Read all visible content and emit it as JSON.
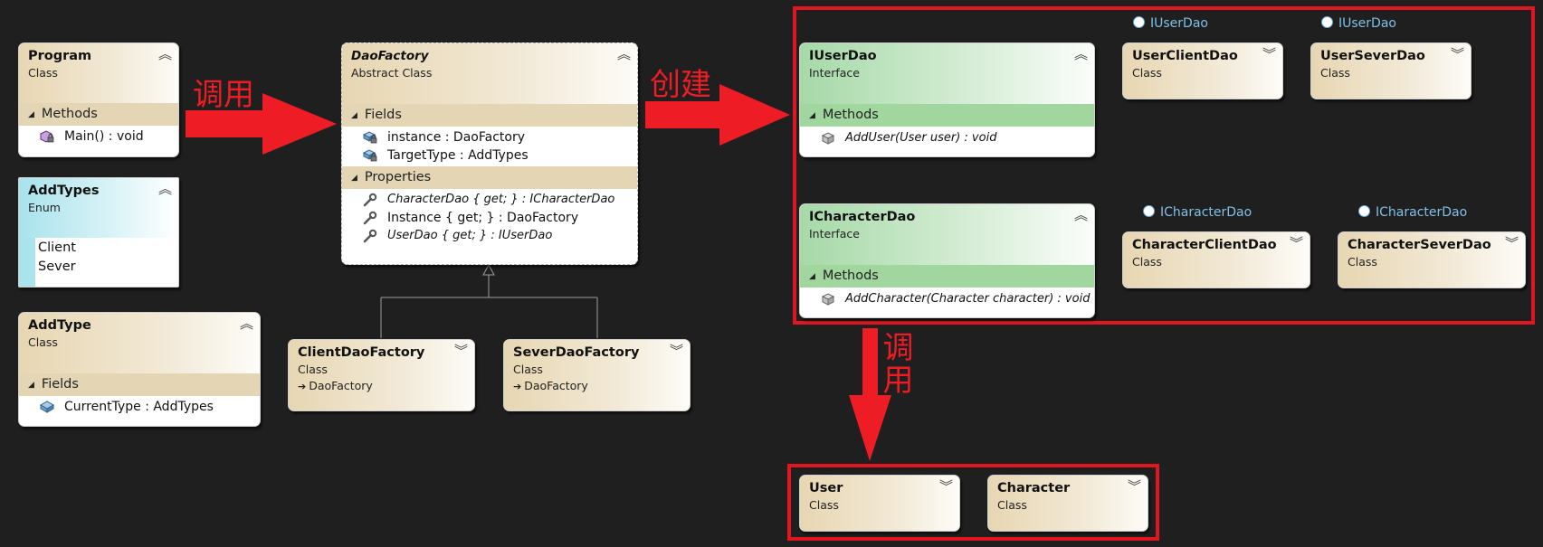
{
  "annotations": {
    "call_left": "调用",
    "create": "创建",
    "call_down": "调用"
  },
  "program": {
    "title": "Program",
    "stereotype": "Class",
    "methods_label": "Methods",
    "main_method": "Main() : void"
  },
  "addtypes": {
    "title": "AddTypes",
    "stereotype": "Enum",
    "values": [
      "Client",
      "Sever"
    ]
  },
  "addtype": {
    "title": "AddType",
    "stereotype": "Class",
    "fields_label": "Fields",
    "current_type": "CurrentType : AddTypes"
  },
  "daofactory": {
    "title": "DaoFactory",
    "stereotype": "Abstract Class",
    "fields_label": "Fields",
    "fields": [
      "instance : DaoFactory",
      "TargetType : AddTypes"
    ],
    "properties_label": "Properties",
    "properties": [
      "CharacterDao { get; } : ICharacterDao",
      "Instance { get; } : DaoFactory",
      "UserDao { get; } : IUserDao"
    ]
  },
  "clientdaofactory": {
    "title": "ClientDaoFactory",
    "stereotype": "Class",
    "base": "DaoFactory"
  },
  "severdaofactory": {
    "title": "SeverDaoFactory",
    "stereotype": "Class",
    "base": "DaoFactory"
  },
  "iuserdao": {
    "title": "IUserDao",
    "stereotype": "Interface",
    "methods_label": "Methods",
    "method": "AddUser(User user) : void"
  },
  "icharacterdao": {
    "title": "ICharacterDao",
    "stereotype": "Interface",
    "methods_label": "Methods",
    "method": "AddCharacter(Character character) : void"
  },
  "userclientdao": {
    "title": "UserClientDao",
    "stereotype": "Class",
    "implements": "IUserDao"
  },
  "userseverdao": {
    "title": "UserSeverDao",
    "stereotype": "Class",
    "implements": "IUserDao"
  },
  "characterclientdao": {
    "title": "CharacterClientDao",
    "stereotype": "Class",
    "implements": "ICharacterDao"
  },
  "characterseverdao": {
    "title": "CharacterSeverDao",
    "stereotype": "Class",
    "implements": "ICharacterDao"
  },
  "user": {
    "title": "User",
    "stereotype": "Class"
  },
  "character": {
    "title": "Character",
    "stereotype": "Class"
  },
  "colors": {
    "annotation_red": "#ee1c25",
    "class_header": "#e7d6b2",
    "interface_header": "#a6d9a8",
    "enum_header": "#a9e3ec",
    "lollipop_blue": "#7fc0e8"
  }
}
